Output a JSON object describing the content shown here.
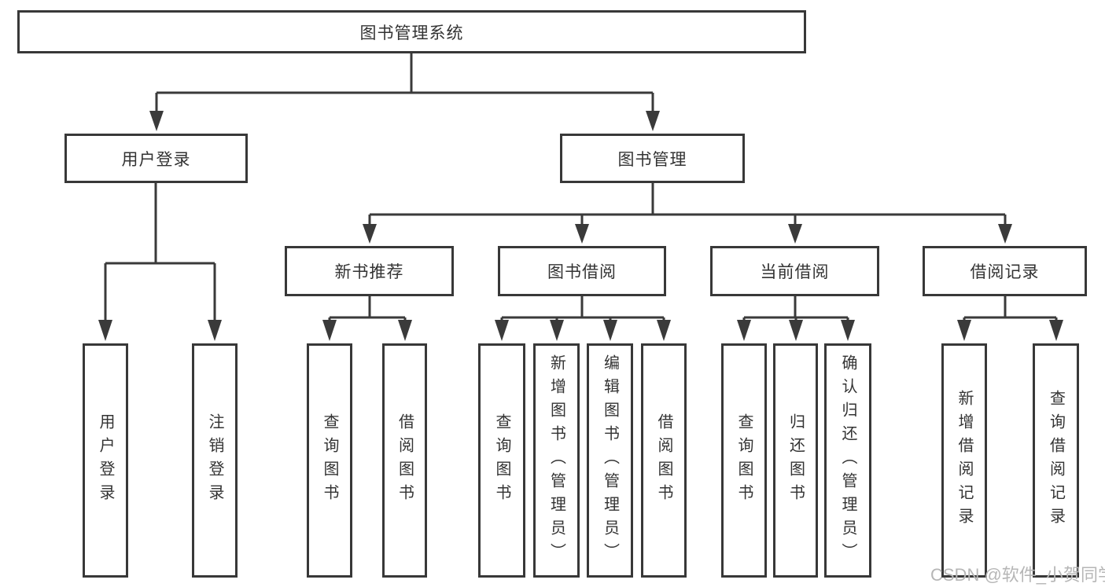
{
  "tree": {
    "root": {
      "label": "图书管理系统"
    },
    "branches": [
      {
        "label": "用户登录",
        "leaves": [
          {
            "label": "用户登录"
          },
          {
            "label": "注销登录"
          }
        ]
      },
      {
        "label": "图书管理",
        "sections": [
          {
            "label": "新书推荐",
            "leaves": [
              {
                "label": "查询图书"
              },
              {
                "label": "借阅图书"
              }
            ]
          },
          {
            "label": "图书借阅",
            "leaves": [
              {
                "label": "查询图书"
              },
              {
                "label": "新增图书（管理员）"
              },
              {
                "label": "编辑图书（管理员）"
              },
              {
                "label": "借阅图书"
              }
            ]
          },
          {
            "label": "当前借阅",
            "leaves": [
              {
                "label": "查询图书"
              },
              {
                "label": "归还图书"
              },
              {
                "label": "确认归还（管理员）"
              }
            ]
          },
          {
            "label": "借阅记录",
            "leaves": [
              {
                "label": "新增借阅记录"
              },
              {
                "label": "查询借阅记录"
              }
            ]
          }
        ]
      }
    ]
  },
  "watermark": {
    "text": "CSDN @软件_小贺同学"
  },
  "colors": {
    "line": "#3a3a3a",
    "border": "#383838",
    "text": "#333333",
    "watermark": "#b6b6b6",
    "background": "#ffffff"
  }
}
